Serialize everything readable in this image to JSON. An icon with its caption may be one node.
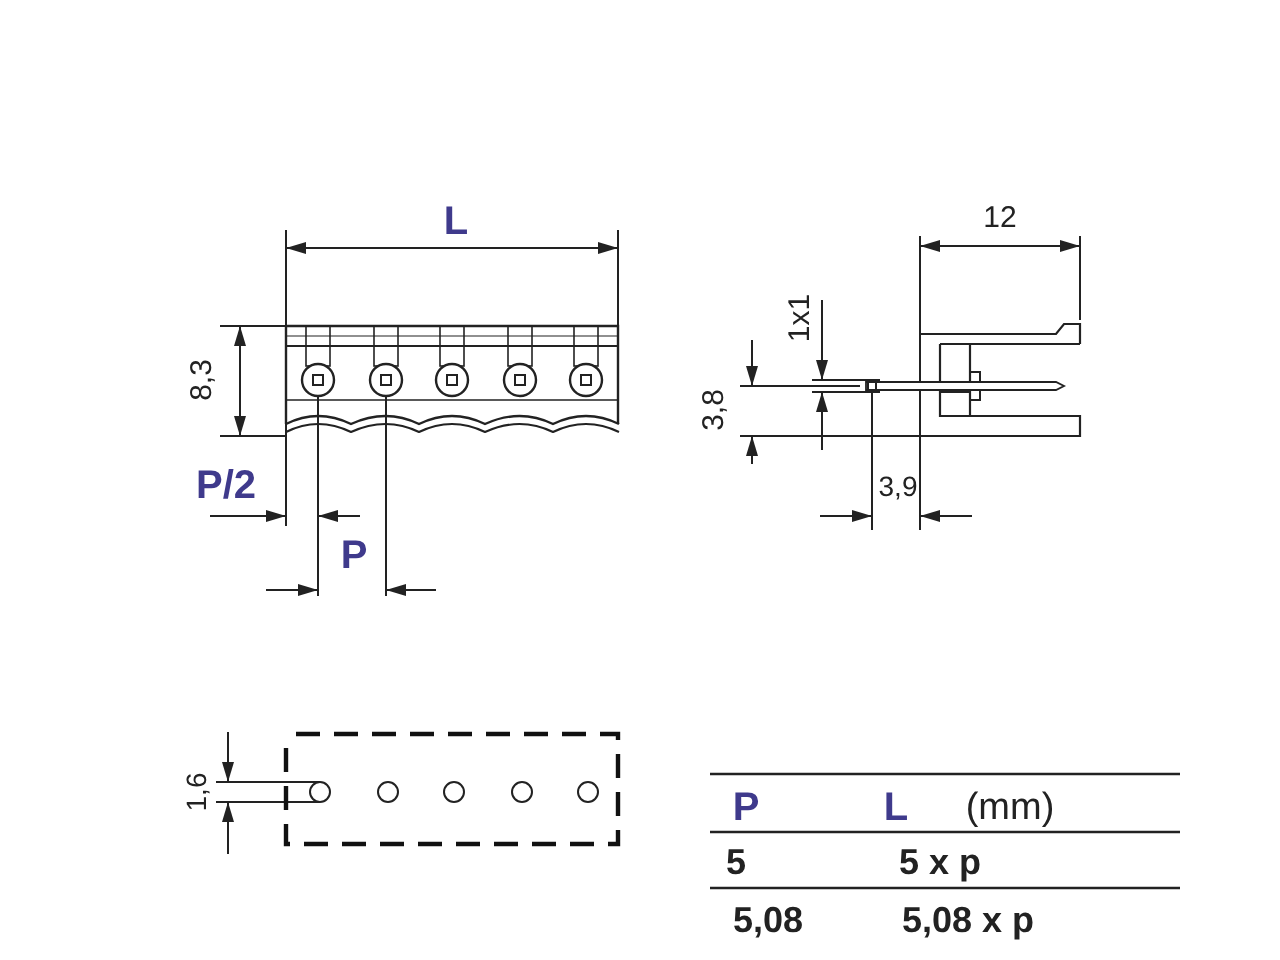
{
  "diagram": {
    "labels": [
      "L",
      "8,3",
      "P/2",
      "P",
      "12",
      "1x1",
      "3,8",
      "3,9",
      "1,6",
      "P",
      "L",
      "(mm)",
      "5",
      "5 x p",
      "5,08",
      "5,08 x p"
    ]
  }
}
